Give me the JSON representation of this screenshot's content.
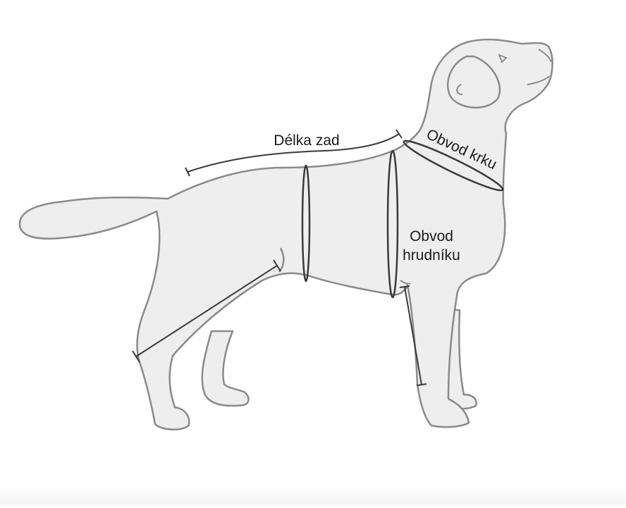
{
  "diagram": {
    "labels": {
      "back_length": "Délka zad",
      "neck": "Obvod krku",
      "chest_line1": "Obvod",
      "chest_line2": "hrudníku"
    },
    "colors": {
      "body_fill": "#eeeeee",
      "outline": "#8a8a8a",
      "measure_line": "#3a3a3a",
      "text": "#1a1a1a"
    }
  }
}
